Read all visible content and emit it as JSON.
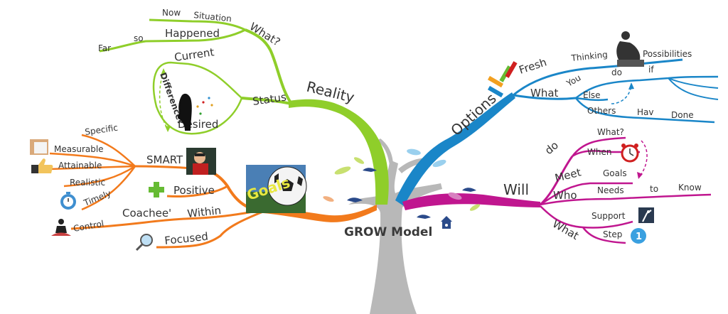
{
  "title": "GROW Model",
  "colors": {
    "reality": "#8fce2a",
    "options": "#1a86c8",
    "will": "#c0168f",
    "goals": "#f27a1c",
    "trunk": "#b8b8b8",
    "text": "#333333"
  },
  "goals": {
    "main": "Goals",
    "smart": {
      "label": "SMART",
      "items": [
        "Specific",
        "Measurable",
        "Attainable",
        "Realistic",
        "Timely"
      ]
    },
    "positive": "Positive",
    "within": "Within",
    "coachee": "Coachee'",
    "control": "Control",
    "focused": "Focused"
  },
  "reality": {
    "main": "Reality",
    "what": "What?",
    "situation": "Situation",
    "now": "Now",
    "happened": "Happened",
    "so": "so",
    "far": "Far",
    "status": "Status",
    "current": "Current",
    "desired": "Desired",
    "difference": "Difference?"
  },
  "options": {
    "main": "Options",
    "fresh": "Fresh",
    "thinking": "Thinking",
    "possibilities": "Possibilities",
    "what": "What",
    "you": "You",
    "do": "do",
    "if": "if",
    "else": "Else",
    "others": "Others",
    "hav": "Hav",
    "done": "Done"
  },
  "will": {
    "main": "Will",
    "do": "do",
    "when": "When",
    "what_q": "What?",
    "meet": "Meet",
    "goals": "Goals",
    "who": "Who",
    "needs": "Needs",
    "to": "to",
    "know": "Know",
    "what": "What",
    "support": "Support",
    "step": "Step",
    "step_number": "1"
  },
  "icons": [
    "sticky-note-icon",
    "thumbs-up-icon",
    "stopwatch-icon",
    "meditation-icon",
    "magnifier-icon",
    "plus-icon",
    "soccer-ball-icon",
    "child-photo",
    "thinker-statue-icon",
    "markers-icon",
    "alarm-clock-icon",
    "climber-icon",
    "number-badge-icon",
    "face-profile-icon",
    "bird-icon",
    "birdhouse-icon"
  ]
}
